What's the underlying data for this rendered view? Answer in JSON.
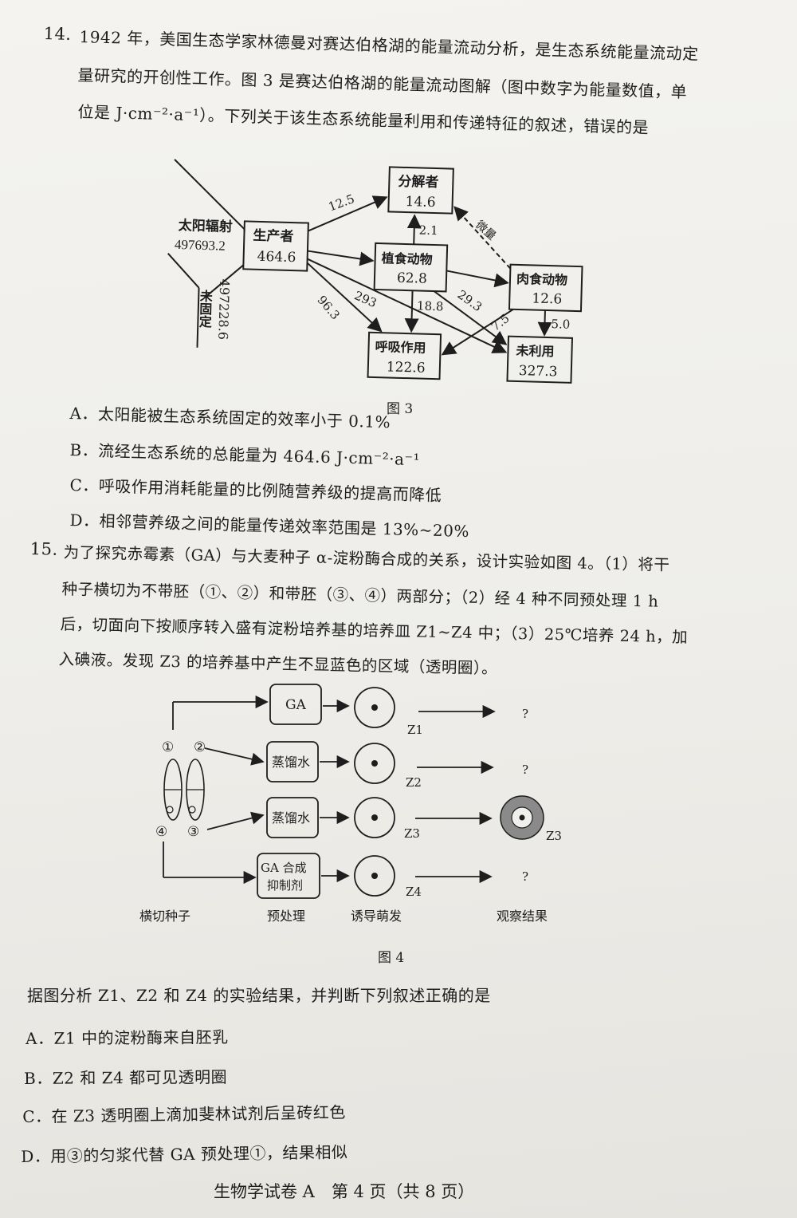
{
  "q14": {
    "number": "14.",
    "lines": [
      "1942 年，美国生态学家林德曼对赛达伯格湖的能量流动分析，是生态系统能量流动定",
      "量研究的开创性工作。图 3 是赛达伯格湖的能量流动图解（图中数字为能量数值，单",
      "位是 J·cm⁻²·a⁻¹）。下列关于该生态系统能量利用和传递特征的叙述，错误的是"
    ],
    "figure_caption": "图 3",
    "diagram": {
      "sun_label": "太阳辐射",
      "sun_value": "497693.2",
      "unfixed_label": "未固定",
      "unfixed_value": "497228.6",
      "producer_label": "生产者",
      "producer_value": "464.6",
      "decomposer_label": "分解者",
      "decomposer_value": "14.6",
      "herbivore_label": "植食动物",
      "herbivore_value": "62.8",
      "carnivore_label": "肉食动物",
      "carnivore_value": "12.6",
      "respiration_label": "呼吸作用",
      "respiration_value": "122.6",
      "unused_label": "未利用",
      "unused_value": "327.3",
      "flow_p_d": "12.5",
      "flow_h_d": "2.1",
      "flow_c_d": "微量",
      "flow_p_r": "96.3",
      "flow_p_u": "293",
      "flow_h_r": "18.8",
      "flow_h_u": "29.3",
      "flow_c_r": "7.5",
      "flow_c_u": "5.0"
    },
    "options": [
      "A．太阳能被生态系统固定的效率小于 0.1%",
      "B．流经生态系统的总能量为 464.6 J·cm⁻²·a⁻¹",
      "C．呼吸作用消耗能量的比例随营养级的提高而降低",
      "D．相邻营养级之间的能量传递效率范围是 13%~20%"
    ]
  },
  "q15": {
    "number": "15.",
    "lines": [
      "为了探究赤霉素（GA）与大麦种子 α-淀粉酶合成的关系，设计实验如图 4。（1）将干",
      "种子横切为不带胚（①、②）和带胚（③、④）两部分；（2）经 4 种不同预处理 1 h",
      "后，切面向下按顺序转入盛有淀粉培养基的培养皿 Z1~Z4 中；（3）25℃培养 24 h，加",
      "入碘液。发现 Z3 的培养基中产生不显蓝色的区域（透明圈）。"
    ],
    "diagram": {
      "seed_labels": [
        "①",
        "②",
        "④",
        "③"
      ],
      "treatments": [
        "GA",
        "蒸馏水",
        "蒸馏水",
        "GA 合成",
        "抑制剂"
      ],
      "dishes": [
        "Z1",
        "Z2",
        "Z3",
        "Z4"
      ],
      "result_dish": "Z3",
      "unknown": "?",
      "column_labels": [
        "横切种子",
        "预处理",
        "诱导萌发",
        "观察结果"
      ]
    },
    "figure_caption": "图 4",
    "prompt": "据图分析 Z1、Z2 和 Z4 的实验结果，并判断下列叙述正确的是",
    "options": [
      "A．Z1 中的淀粉酶来自胚乳",
      "B．Z2 和 Z4 都可见透明圈",
      "C．在 Z3 透明圈上滴加斐林试剂后呈砖红色",
      "D．用③的匀浆代替 GA 预处理①，结果相似"
    ]
  },
  "footer": "生物学试卷 A　第 4 页（共 8 页）"
}
